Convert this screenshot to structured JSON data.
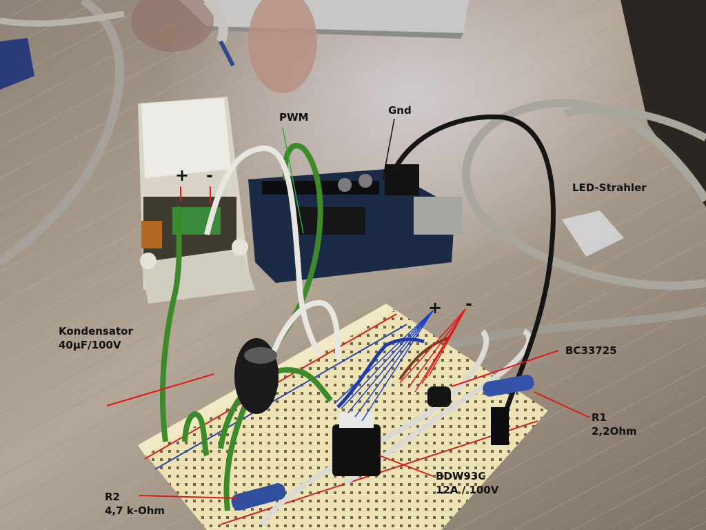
{
  "labels": {
    "pwm": "PWM",
    "gnd": "Gnd",
    "plus_psu": "+",
    "minus_psu": "-",
    "led": "LED-Strahler",
    "plus_board": "+",
    "minus_board": "-",
    "kondensator_line1": "Kondensator",
    "kondensator_line2": "40µF/100V",
    "bc": "BC33725",
    "r1_line1": "R1",
    "r1_line2": "2,2Ohm",
    "bdw_line1": "BDW93C",
    "bdw_line2": "12A / 100V",
    "r2_line1": "R2",
    "r2_line2": "4,7 k-Ohm"
  },
  "colors": {
    "annotation_red": "#e01818",
    "annotation_blue": "#1a3fd0",
    "annotation_green": "#2fae3a",
    "annotation_black": "#111111",
    "wire_green": "#3d8a2a",
    "wire_white": "#e8e6e0",
    "wire_black": "#151515",
    "wire_blue": "#1d3aa8",
    "breadboard": "#ece2b4",
    "table": "#a99a8a",
    "arduino": "#1b2a45"
  }
}
